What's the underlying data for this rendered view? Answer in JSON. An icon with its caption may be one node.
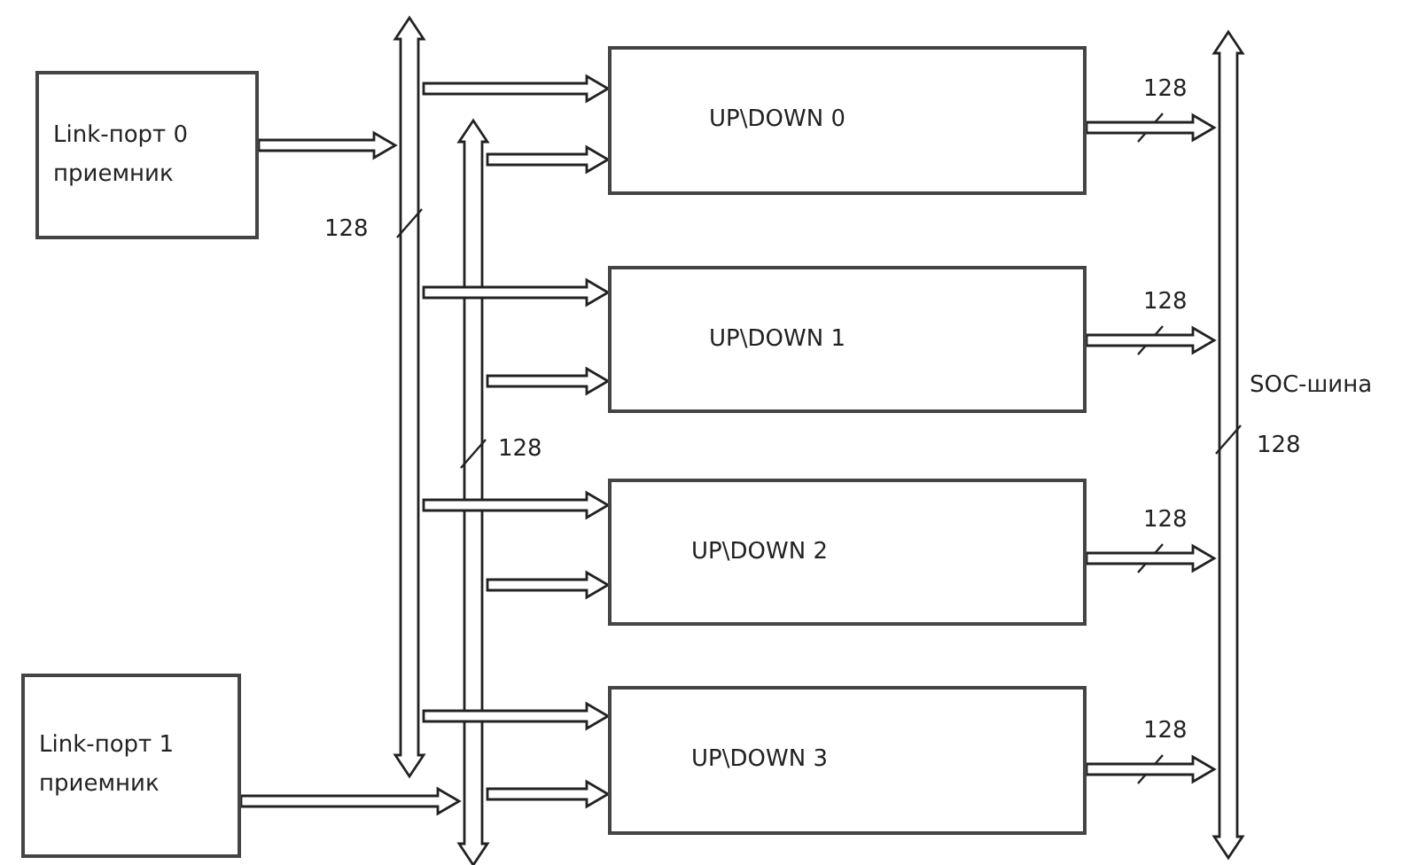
{
  "diagram": {
    "nodes": [
      {
        "text": [
          "Link-порт 0 приемник"
        ]
      },
      {
        "text": [
          "Link-порт 1 приемник"
        ]
      },
      {
        "text": [],
        "shape": "bar",
        "beside": [
          "128"
        ]
      },
      {
        "text": [],
        "shape": "bar",
        "beside": [
          "128"
        ]
      },
      {
        "text": [
          "UP\\DOWN 0"
        ]
      },
      {
        "text": [
          "UP\\DOWN 1"
        ]
      },
      {
        "text": [
          "UP\\DOWN 2"
        ]
      },
      {
        "text": [
          "UP\\DOWN 3"
        ]
      },
      {
        "text": [],
        "shape": "bar",
        "beside": [
          "SOC-шина",
          "128"
        ]
      }
    ],
    "edges": [
      {
        "from": 0,
        "to": 2,
        "arrow": "to"
      },
      {
        "from": 1,
        "to": 3,
        "arrow": "to"
      },
      {
        "from": 2,
        "to": 4,
        "arrow": "to"
      },
      {
        "from": 2,
        "to": 5,
        "arrow": "to"
      },
      {
        "from": 2,
        "to": 6,
        "arrow": "to"
      },
      {
        "from": 2,
        "to": 7,
        "arrow": "to"
      },
      {
        "from": 3,
        "to": 4,
        "arrow": "to"
      },
      {
        "from": 3,
        "to": 5,
        "arrow": "to"
      },
      {
        "from": 3,
        "to": 6,
        "arrow": "to"
      },
      {
        "from": 3,
        "to": 7,
        "arrow": "to"
      },
      {
        "from": 4,
        "to": 8,
        "arrow": "to",
        "label": "128"
      },
      {
        "from": 5,
        "to": 8,
        "arrow": "to",
        "label": "128"
      },
      {
        "from": 6,
        "to": 8,
        "arrow": "to",
        "label": "128"
      },
      {
        "from": 7,
        "to": 8,
        "arrow": "to",
        "label": "128"
      }
    ]
  }
}
